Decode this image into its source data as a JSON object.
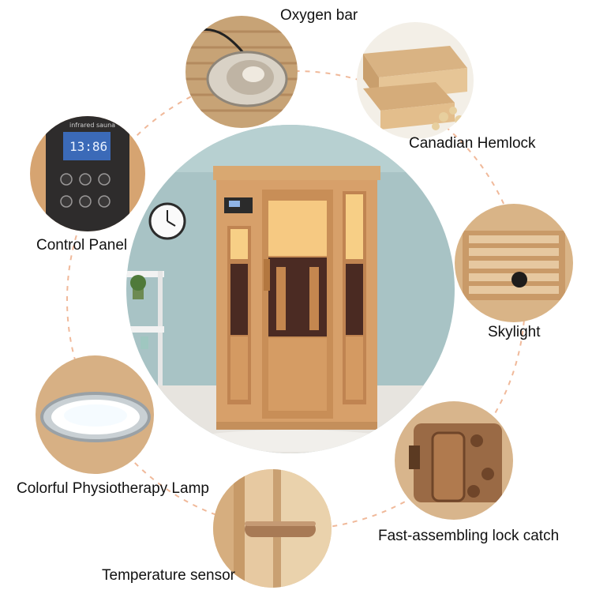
{
  "features": {
    "oxygen_bar": "Oxygen bar",
    "canadian_hemlock": "Canadian Hemlock",
    "control_panel": "Control Panel",
    "skylight": "Skylight",
    "colorful_lamp": "Colorful Physiotherapy Lamp",
    "lock_catch": "Fast-assembling lock catch",
    "temperature_sensor": "Temperature sensor"
  },
  "control_panel_screen": {
    "brand": "infrared sauna",
    "display": "13:86"
  },
  "colors": {
    "wood": "#d9a46e",
    "wood_dark": "#b27a45",
    "wall": "#a9c4c6",
    "ring": "#f0b99a"
  },
  "icons": [
    "clock-icon",
    "plant-icon"
  ]
}
